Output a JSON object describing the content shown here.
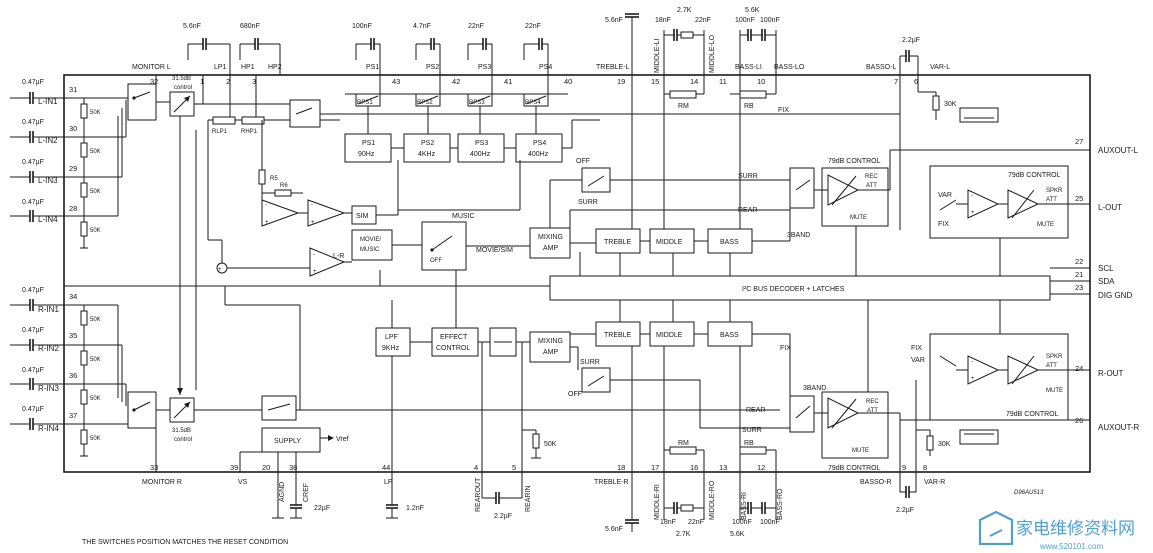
{
  "footnote": "THE SWITCHES POSITION MATCHES THE RESET CONDITION",
  "drawing_code": "D96AU513",
  "watermark": {
    "text": "家电维修资料网",
    "url": "www.520101.com"
  },
  "pins": {
    "monitor_l": "MONITOR L",
    "monitor_r": "MONITOR R",
    "lp1": "LP1",
    "hp1": "HP1",
    "hp2": "HP2",
    "ps1": "PS1",
    "ps2": "PS2",
    "ps3": "PS3",
    "ps4": "PS4",
    "treble_l": "TREBLE-L",
    "middle_li": "MIDDLE-LI",
    "middle_lo": "MIDDLE-LO",
    "bass_li": "BASS-LI",
    "bass_lo": "BASS-LO",
    "basso_l": "BASSO-L",
    "var_l": "VAR-L",
    "treble_r": "TREBLE-R",
    "middle_ri": "MIDDLE-RI",
    "middle_ro": "MIDDLE-RO",
    "bass_ri": "BASS-RI",
    "bass_ro": "BASS-RO",
    "basso_r": "BASSO-R",
    "var_r": "VAR-R",
    "vs": "VS",
    "agnd": "AGND",
    "cref": "CREF",
    "lp": "LP",
    "rearout": "REAROUT",
    "rearin": "REARIN",
    "auxout_l": "AUXOUT-L",
    "l_out": "L-OUT",
    "scl": "SCL",
    "sda": "SDA",
    "dig_gnd": "DIG GND",
    "r_out": "R-OUT",
    "auxout_r": "AUXOUT-R",
    "l_in1": "L-IN1",
    "l_in2": "L-IN2",
    "l_in3": "L-IN3",
    "l_in4": "L-IN4",
    "r_in1": "R-IN1",
    "r_in2": "R-IN2",
    "r_in3": "R-IN3",
    "r_in4": "R-IN4",
    "n31": "31",
    "n30": "30",
    "n29": "29",
    "n28": "28",
    "n34": "34",
    "n35": "35",
    "n36": "36",
    "n37": "37",
    "n32": "32",
    "n1": "1",
    "n2": "2",
    "n3": "3",
    "n43": "43",
    "n42": "42",
    "n41": "41",
    "n40": "40",
    "n19": "19",
    "n15": "15",
    "n14": "14",
    "n11": "11",
    "n10": "10",
    "n7": "7",
    "n6": "6",
    "n27": "27",
    "n25": "25",
    "n22": "22",
    "n21": "21",
    "n23": "23",
    "n24": "24",
    "n26": "26",
    "n33": "33",
    "n39": "39",
    "n20": "20",
    "n38": "38",
    "n44": "44",
    "n4": "4",
    "n5": "5",
    "n18": "18",
    "n17": "17",
    "n16": "16",
    "n13": "13",
    "n12": "12",
    "n9": "9",
    "n8": "8"
  },
  "components": {
    "c_in": "0.47µF",
    "r50k": "50K",
    "r30k": "30K",
    "c_5n6": "5.6nF",
    "c_680n": "680nF",
    "c_100n": "100nF",
    "c_4n7": "4.7nF",
    "c_22n": "22nF",
    "c_18n": "18nF",
    "c_2k7": "2.7K",
    "c_5k6": "5.6K",
    "c_2u2": "2.2µF",
    "c_1n2": "1.2nF",
    "c_22u": "22µF"
  },
  "blocks": {
    "gain_31_5": "31.5dB",
    "control": "control",
    "rlp1": "RLP1",
    "rhp1": "RHP1",
    "r5": "R5",
    "r6": "R6",
    "rps1": "RPS1",
    "rps2": "RPS2",
    "rps3": "RPS3",
    "rps4": "RPS4",
    "ps1": "PS1",
    "ps2": "PS2",
    "ps3": "PS3",
    "ps4": "PS4",
    "ps1_f": "90Hz",
    "ps2_f": "4KHz",
    "ps3_f": "400Hz",
    "ps4_f": "400Hz",
    "sim": "SIM",
    "movie_music": "MOVIE/\nMUSIC",
    "l_r": "L-R",
    "music": "MUSIC",
    "movie_sim": "MOVIE/SIM",
    "off": "OFF",
    "mixing_amp": "MIXING\nAMP",
    "surr": "SURR",
    "rear": "REAR",
    "fix": "FIX",
    "var": "VAR",
    "band3": "3BAND",
    "treble": "TREBLE",
    "middle": "MIDDLE",
    "bass": "BASS",
    "rm": "RM",
    "rb": "RB",
    "i2c": "I²C BUS DECODER + LATCHES",
    "ctrl79": "79dB CONTROL",
    "rec_att": "REC\nATT",
    "mute": "MUTE",
    "spkr_att": "SPKR\nATT",
    "lpf": "LPF\n9KHz",
    "effect_control": "EFFECT\nCONTROL",
    "supply": "SUPPLY",
    "vref": "Vref"
  }
}
